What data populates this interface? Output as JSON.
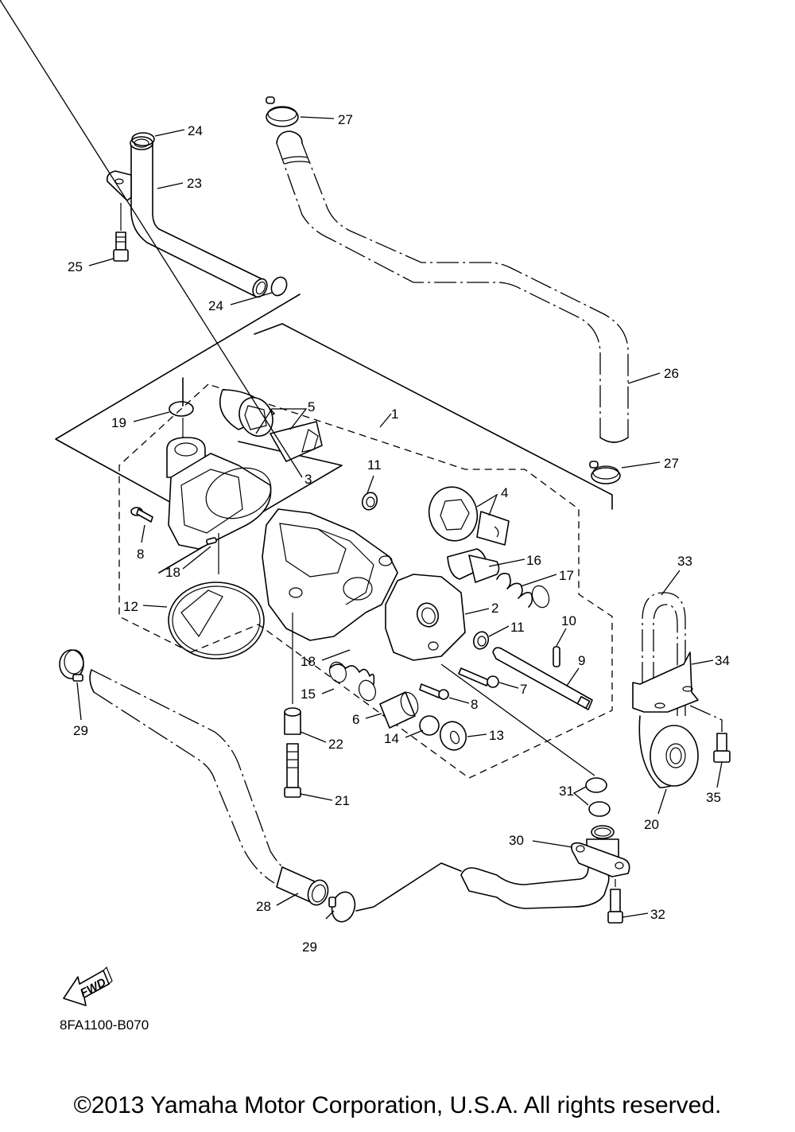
{
  "diagram": {
    "title": "Oil Pump Assembly exploded view",
    "code": "8FA1100-B070",
    "direction_indicator": "FWD",
    "copyright": "©2013 Yamaha Motor Corporation, U.S.A. All rights reserved."
  },
  "callouts": [
    {
      "id": "c1",
      "label": "1"
    },
    {
      "id": "c2",
      "label": "2"
    },
    {
      "id": "c3",
      "label": "3"
    },
    {
      "id": "c4",
      "label": "4"
    },
    {
      "id": "c5",
      "label": "5"
    },
    {
      "id": "c6",
      "label": "6"
    },
    {
      "id": "c7",
      "label": "7"
    },
    {
      "id": "c8a",
      "label": "8"
    },
    {
      "id": "c8b",
      "label": "8"
    },
    {
      "id": "c9",
      "label": "9"
    },
    {
      "id": "c10",
      "label": "10"
    },
    {
      "id": "c11a",
      "label": "11"
    },
    {
      "id": "c11b",
      "label": "11"
    },
    {
      "id": "c12",
      "label": "12"
    },
    {
      "id": "c13",
      "label": "13"
    },
    {
      "id": "c14",
      "label": "14"
    },
    {
      "id": "c15",
      "label": "15"
    },
    {
      "id": "c16",
      "label": "16"
    },
    {
      "id": "c17",
      "label": "17"
    },
    {
      "id": "c18a",
      "label": "18"
    },
    {
      "id": "c18b",
      "label": "18"
    },
    {
      "id": "c19",
      "label": "19"
    },
    {
      "id": "c20",
      "label": "20"
    },
    {
      "id": "c21",
      "label": "21"
    },
    {
      "id": "c22",
      "label": "22"
    },
    {
      "id": "c23",
      "label": "23"
    },
    {
      "id": "c24a",
      "label": "24"
    },
    {
      "id": "c24b",
      "label": "24"
    },
    {
      "id": "c25",
      "label": "25"
    },
    {
      "id": "c26",
      "label": "26"
    },
    {
      "id": "c27a",
      "label": "27"
    },
    {
      "id": "c27b",
      "label": "27"
    },
    {
      "id": "c28",
      "label": "28"
    },
    {
      "id": "c29a",
      "label": "29"
    },
    {
      "id": "c29b",
      "label": "29"
    },
    {
      "id": "c30",
      "label": "30"
    },
    {
      "id": "c31",
      "label": "31"
    },
    {
      "id": "c32",
      "label": "32"
    },
    {
      "id": "c33",
      "label": "33"
    },
    {
      "id": "c34",
      "label": "34"
    },
    {
      "id": "c35",
      "label": "35"
    }
  ]
}
